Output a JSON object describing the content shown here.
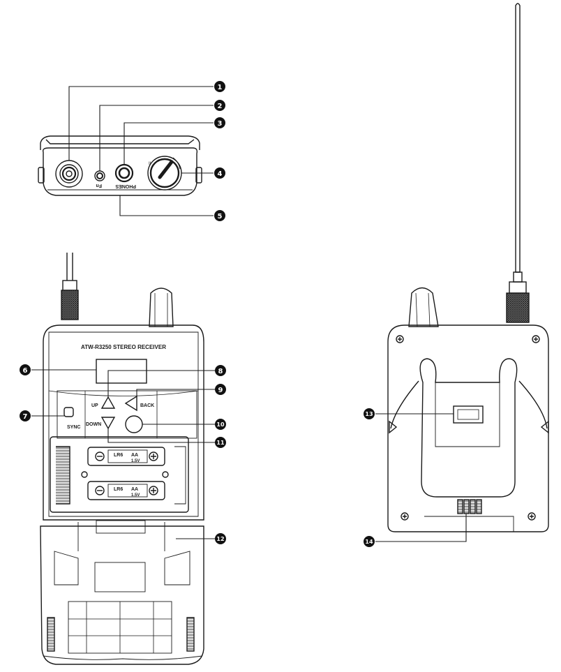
{
  "device": {
    "model_label": "ATW-R3250  STEREO RECEIVER",
    "top_panel": {
      "fn_label": "Fn",
      "phones_label": "PHONES"
    },
    "front_panel": {
      "up_label": "UP",
      "back_label": "BACK",
      "down_label": "DOWN",
      "sync_label": "SYNC"
    },
    "battery": [
      {
        "type": "LR6",
        "size": "AA",
        "voltage": "1.5V"
      },
      {
        "type": "LR6",
        "size": "AA",
        "voltage": "1.5V"
      }
    ]
  },
  "callouts": [
    "1",
    "2",
    "3",
    "4",
    "5",
    "6",
    "7",
    "8",
    "9",
    "10",
    "11",
    "12",
    "13",
    "14"
  ],
  "colors": {
    "line": "#1a1a1a",
    "callout_fill": "#111111",
    "grip": "#6b6b6b"
  }
}
